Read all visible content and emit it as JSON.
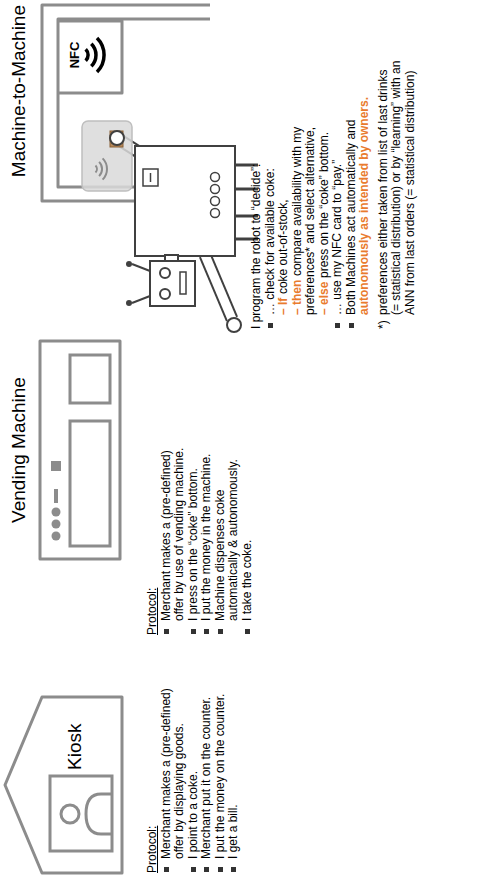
{
  "diagram": {
    "nodes": [
      {
        "text": [
          "Kiosk"
        ]
      },
      {
        "text": [
          "Vending Machine"
        ]
      },
      {
        "text": [
          "Machine-to-Machine",
          "NFC"
        ]
      }
    ],
    "labels": [
      "Protocol:",
      "Merchant makes a (pre-defined) offer by displaying goods.",
      "I point to a coke.",
      "Merchant put it on the counter.",
      "I put the money on the counter.",
      "I get a bill.",
      "Protocol:",
      "Merchant makes a (pre-defined) offer by use of vending machine.",
      "I press on the “coke” bottom.",
      "I put the money in the machine.",
      "Machine dispenses coke automatically & autonomously.",
      "I take the coke.",
      "I program the robot to “decide”:",
      "… check for available coke:",
      "– If",
      "coke out-of-stock,",
      "– then",
      "compare availability with my preferences* and select alternative,",
      "– else",
      "press on the “coke” bottom.",
      "… use my NFC card to “pay.”",
      "Both Machines act automatically and",
      "autonomously as intended by owners.",
      "*)",
      "preferences either taken from list of last drinks (= statistical distribution) or by “learning” with an ANN from last orders (= statistical distribution)"
    ]
  }
}
